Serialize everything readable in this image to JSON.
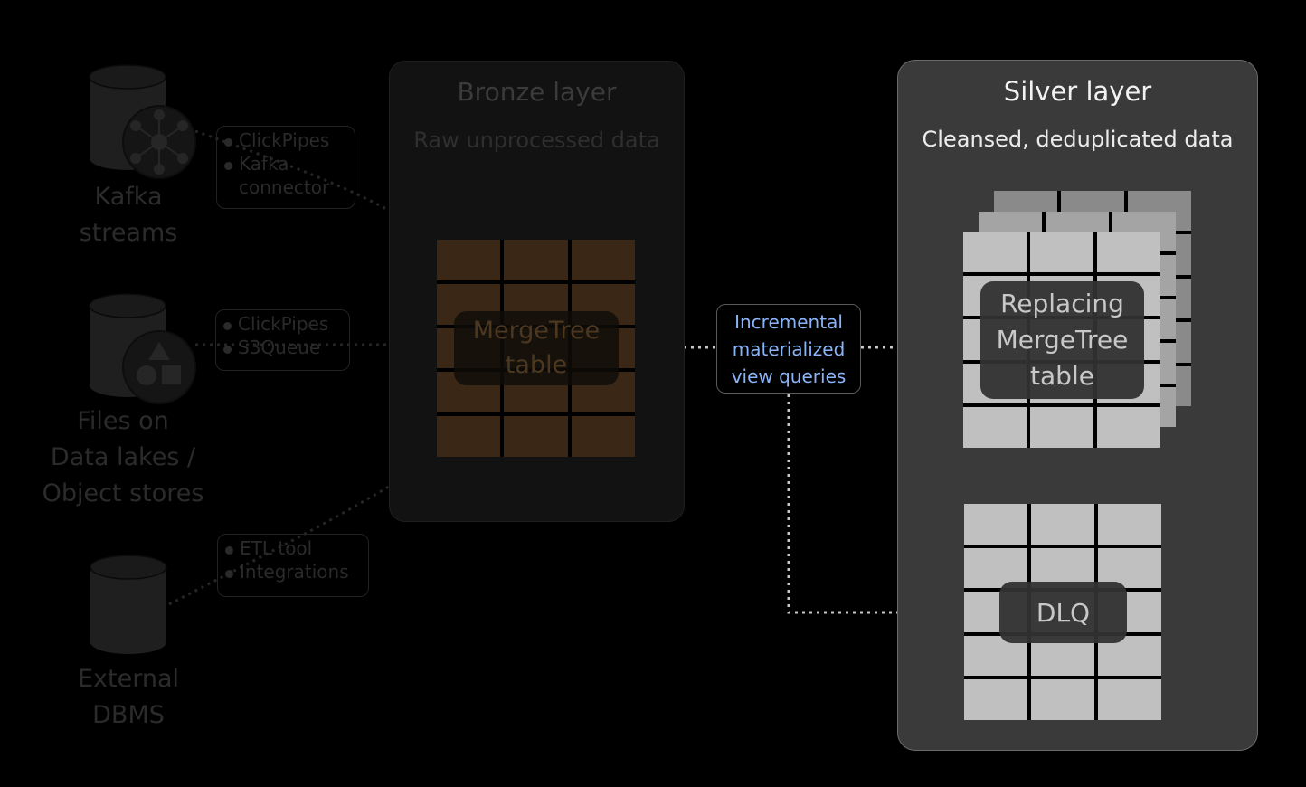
{
  "sources": [
    {
      "label": "Kafka streams",
      "label_lines": [
        "Kafka",
        "streams"
      ],
      "icon": "kafka-network-icon",
      "methods": [
        "ClickPipes",
        "Kafka connector"
      ],
      "method_lines": [
        [
          "ClickPipes"
        ],
        [
          "Kafka",
          "connector"
        ]
      ]
    },
    {
      "label": "Files on Data lakes / Object stores",
      "label_lines": [
        "Files on",
        "Data lakes /",
        "Object stores"
      ],
      "icon": "shapes-icon",
      "methods": [
        "ClickPipes",
        "S3Queue"
      ],
      "method_lines": [
        [
          "ClickPipes"
        ],
        [
          "S3Queue"
        ]
      ]
    },
    {
      "label": "External DBMS",
      "label_lines": [
        "External",
        "DBMS"
      ],
      "icon": "database-icon",
      "methods": [
        "ETL tool",
        "Integrations"
      ],
      "method_lines": [
        [
          "ETL tool"
        ],
        [
          "Integrations"
        ]
      ]
    }
  ],
  "bronze_layer": {
    "title": "Bronze layer",
    "subtitle": "Raw unprocessed data",
    "table_label_lines": [
      "MergeTree",
      "table"
    ],
    "table_color": "#3a2715",
    "dimmed": true
  },
  "transform": {
    "label_lines": [
      "Incremental",
      "materialized",
      "view queries"
    ],
    "color": "#8ab4f8"
  },
  "silver_layer": {
    "title": "Silver layer",
    "subtitle": "Cleansed, deduplicated data",
    "main_table_label_lines": [
      "Replacing",
      "MergeTree",
      "table"
    ],
    "dlq_label": "DLQ"
  },
  "colors": {
    "background": "#000000",
    "silver_panel": "#3a3a3a",
    "table_cell": "#c0c0c0",
    "arrow": "#c8c8c8",
    "dim_text": "#2b2b2b"
  }
}
